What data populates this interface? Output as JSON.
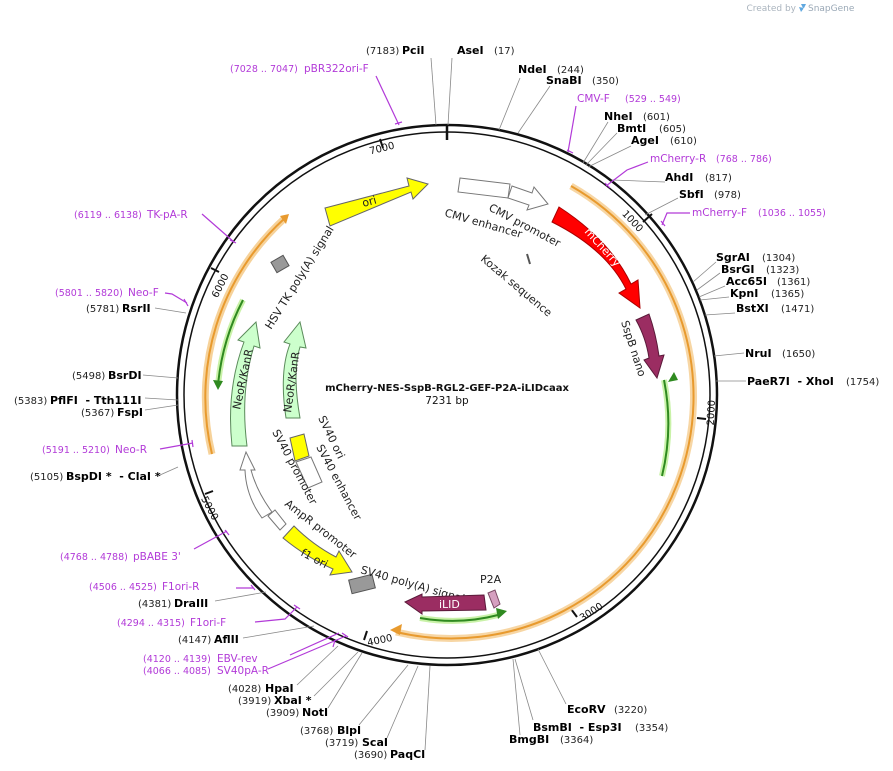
{
  "header": {
    "watermark_prefix": "Created by",
    "watermark_brand": "SnapGene"
  },
  "plasmid": {
    "name": "mCherry-NES-SspB-RGL2-GEF-P2A-iLIDcaax",
    "length_label": "7231 bp"
  },
  "ticks": [
    {
      "label": "1000"
    },
    {
      "label": "2000"
    },
    {
      "label": "3000"
    },
    {
      "label": "4000"
    },
    {
      "label": "5000"
    },
    {
      "label": "6000"
    },
    {
      "label": "7000"
    }
  ],
  "features": [
    {
      "label": "ori",
      "color": "#ffff00"
    },
    {
      "label": "CMV enhancer",
      "color": "#ffffff"
    },
    {
      "label": "CMV promoter",
      "color": "#ffffff"
    },
    {
      "label": "mCherry",
      "color": "#ff0000"
    },
    {
      "label": "Kozak sequence",
      "color": "#888888"
    },
    {
      "label": "SspB nano",
      "color": "#9b2d62"
    },
    {
      "label": "HSV TK poly(A) signal",
      "color": "#999999"
    },
    {
      "label": "NeoR/KanR",
      "color": "#ccffcc"
    },
    {
      "label": "NeoR/KanR",
      "color": "#ccffcc"
    },
    {
      "label": "SV40 ori",
      "color": "#ffff00"
    },
    {
      "label": "SV40 enhancer",
      "color": "#ffffff"
    },
    {
      "label": "SV40 promoter",
      "color": "#ffffff"
    },
    {
      "label": "AmpR promoter",
      "color": "#ffffff"
    },
    {
      "label": "f1 ori",
      "color": "#ffff00"
    },
    {
      "label": "SV40 poly(A) signal",
      "color": "#999999"
    },
    {
      "label": "iLID",
      "color": "#9b2d62"
    },
    {
      "label": "P2A",
      "color": "#d6a0c0"
    }
  ],
  "sites": [
    {
      "name": "PciI",
      "pos": "(7183)"
    },
    {
      "name": "AseI",
      "pos": "(17)"
    },
    {
      "name": "NdeI",
      "pos": "(244)"
    },
    {
      "name": "SnaBI",
      "pos": "(350)"
    },
    {
      "name": "NheI",
      "pos": "(601)"
    },
    {
      "name": "BmtI",
      "pos": "(605)"
    },
    {
      "name": "AgeI",
      "pos": "(610)"
    },
    {
      "name": "AhdI",
      "pos": "(817)"
    },
    {
      "name": "SbfI",
      "pos": "(978)"
    },
    {
      "name": "SgrAI",
      "pos": "(1304)"
    },
    {
      "name": "BsrGI",
      "pos": "(1323)"
    },
    {
      "name": "Acc65I",
      "pos": "(1361)"
    },
    {
      "name": "KpnI",
      "pos": "(1365)"
    },
    {
      "name": "BstXI",
      "pos": "(1471)"
    },
    {
      "name": "NruI",
      "pos": "(1650)"
    },
    {
      "name": "PaeR7I  - XhoI",
      "pos": "(1754)"
    },
    {
      "name": "EcoRV",
      "pos": "(3220)"
    },
    {
      "name": "BsmBI  - Esp3I",
      "pos": "(3354)"
    },
    {
      "name": "BmgBI",
      "pos": "(3364)"
    },
    {
      "name": "PaqCI",
      "pos": "(3690)"
    },
    {
      "name": "ScaI",
      "pos": "(3719)"
    },
    {
      "name": "BlpI",
      "pos": "(3768)"
    },
    {
      "name": "NotI",
      "pos": "(3909)"
    },
    {
      "name": "XbaI *",
      "pos": "(3919)"
    },
    {
      "name": "HpaI",
      "pos": "(4028)"
    },
    {
      "name": "AflII",
      "pos": "(4147)"
    },
    {
      "name": "DraIII",
      "pos": "(4381)"
    },
    {
      "name": "BspDI *  - ClaI *",
      "pos": "(5105)"
    },
    {
      "name": "FspI",
      "pos": "(5367)"
    },
    {
      "name": "PflFI  - Tth111I",
      "pos": "(5383)"
    },
    {
      "name": "BsrDI",
      "pos": "(5498)"
    },
    {
      "name": "RsrII",
      "pos": "(5781)"
    }
  ],
  "primers": [
    {
      "name": "pBR322ori-F",
      "range": "(7028 .. 7047)"
    },
    {
      "name": "CMV-F",
      "range": "(529 .. 549)"
    },
    {
      "name": "mCherry-R",
      "range": "(768 .. 786)"
    },
    {
      "name": "mCherry-F",
      "range": "(1036 .. 1055)"
    },
    {
      "name": "TK-pA-R",
      "range": "(6119 .. 6138)"
    },
    {
      "name": "Neo-F",
      "range": "(5801 .. 5820)"
    },
    {
      "name": "Neo-R",
      "range": "(5191 .. 5210)"
    },
    {
      "name": "pBABE 3'",
      "range": "(4768 .. 4788)"
    },
    {
      "name": "F1ori-R",
      "range": "(4506 .. 4525)"
    },
    {
      "name": "F1ori-F",
      "range": "(4294 .. 4315)"
    },
    {
      "name": "EBV-rev",
      "range": "(4120 .. 4139)"
    },
    {
      "name": "SV40pA-R",
      "range": "(4066 .. 4085)"
    }
  ]
}
